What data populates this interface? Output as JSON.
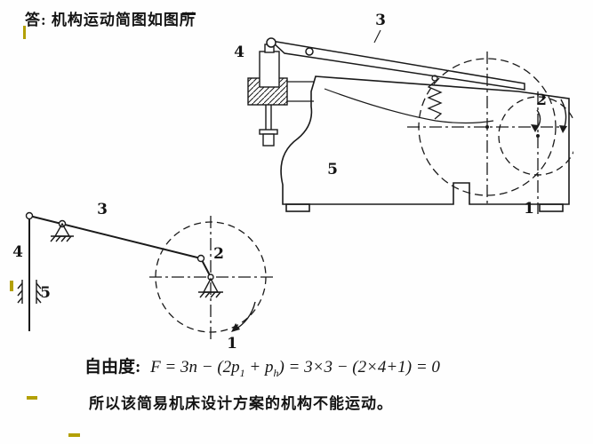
{
  "answer": {
    "text": "答: 机构运动简图如图所"
  },
  "formula": {
    "label": "自由度:",
    "seg1": "F = 3n − (2p",
    "sub1": "1",
    "seg2": " + p",
    "sub2": "h",
    "seg3": ") = 3×3 − (2×4+1) = 0"
  },
  "conclusion": "所以该简易机床设计方案的机构不能运动。",
  "machine_diagram": {
    "labels": {
      "l1": "1",
      "l2": "2",
      "l3": "3",
      "l4": "4",
      "l5": "5"
    }
  },
  "kinematic_diagram": {
    "labels": {
      "l1": "1",
      "l2": "2",
      "l3": "3",
      "l4": "4",
      "l5": "5"
    }
  },
  "colors": {
    "ink": "#1a1a1a",
    "accent_yellow": "#b3a004",
    "background": "#fefefe"
  }
}
